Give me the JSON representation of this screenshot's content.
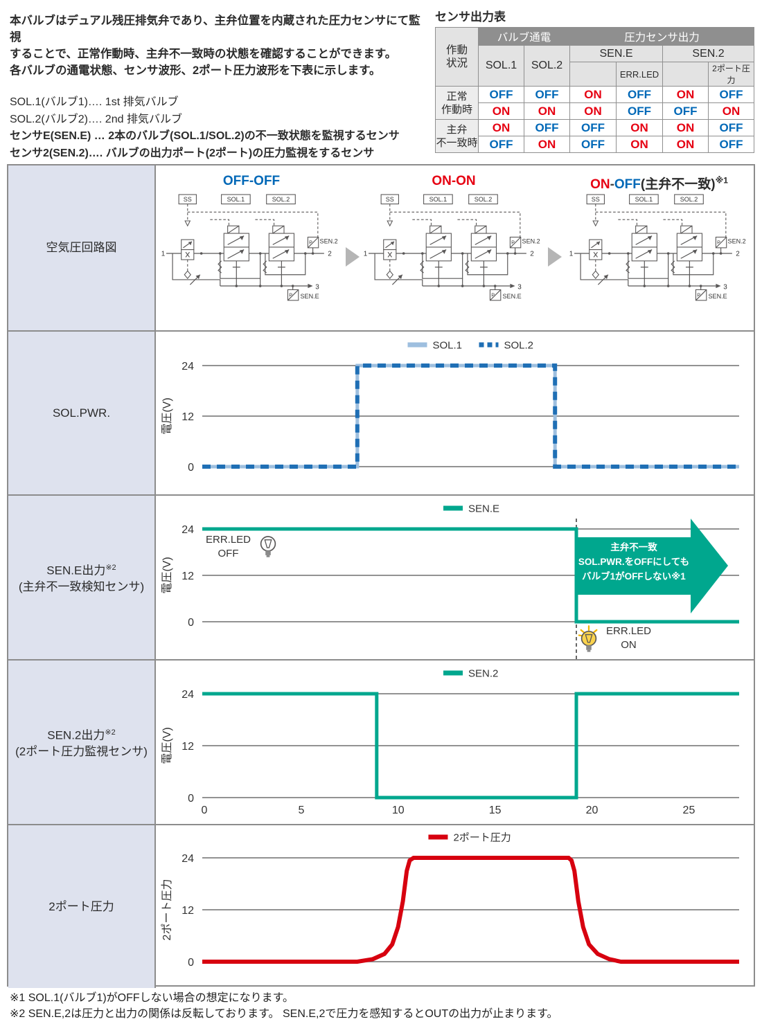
{
  "intro": {
    "lead_lines": [
      "本バルブはデュアル残圧排気弁であり、主弁位置を内蔵された圧力センサにて監視",
      "することで、正常作動時、主弁不一致時の状態を確認することができます。",
      "各バルブの通電状態、センサ波形、2ポート圧力波形を下表に示します。"
    ],
    "defs": [
      "SOL.1(バルブ1)…. 1st 排気バルブ",
      "SOL.2(バルブ2)…. 2nd 排気バルブ",
      "センサE(SEN.E) … 2本のバルブ(SOL.1/SOL.2)の不一致状態を監視するセンサ",
      "センサ2(SEN.2)…. バルブの出力ポート(2ポート)の圧力監視をするセンサ"
    ]
  },
  "colors": {
    "on_red": "#e60012",
    "off_blue": "#0068b7",
    "teal": "#00a78e",
    "pressure_red": "#d7000f",
    "sol1_lightblue": "#9ebfdf",
    "sol2_blue": "#1f6fb5",
    "grid_gray": "#6e6e6e",
    "sidebar_bg": "#dee2ee",
    "header_dark": "#8f8f8f",
    "header_light": "#e3e3e3"
  },
  "sensor_table": {
    "title": "センサ出力表",
    "headers": {
      "state": "作動\n状況",
      "valve_power": "バルブ通電",
      "sensor_out": "圧力センサ出力",
      "sol1": "SOL.1",
      "sol2": "SOL.2",
      "sene": "SEN.E",
      "sen2": "SEN.2",
      "errled": "ERR.LED",
      "port2": "2ポート圧力"
    },
    "row_groups": [
      {
        "label": "正常\n作動時",
        "rows": [
          [
            "OFF",
            "OFF",
            "ON",
            "OFF",
            "ON",
            "OFF"
          ],
          [
            "ON",
            "ON",
            "ON",
            "OFF",
            "OFF",
            "ON"
          ]
        ]
      },
      {
        "label": "主弁\n不一致時",
        "rows": [
          [
            "ON",
            "OFF",
            "OFF",
            "ON",
            "ON",
            "OFF"
          ],
          [
            "OFF",
            "ON",
            "OFF",
            "ON",
            "ON",
            "OFF"
          ]
        ]
      }
    ]
  },
  "circuit": {
    "titles": [
      {
        "parts": [
          {
            "t": "OFF-OFF",
            "color": "#0068b7"
          }
        ]
      },
      {
        "parts": [
          {
            "t": "ON-ON",
            "color": "#e60012"
          }
        ]
      },
      {
        "parts": [
          {
            "t": "ON",
            "color": "#e60012"
          },
          {
            "t": "-",
            "color": "#444444"
          },
          {
            "t": "OFF",
            "color": "#0068b7"
          },
          {
            "t": "(主弁不一致)",
            "color": "#2b2b2b"
          },
          {
            "t": "※1",
            "color": "#2b2b2b",
            "sup": true
          }
        ]
      }
    ],
    "labels": {
      "ss": "SS",
      "sol1": "SOL.1",
      "sol2": "SOL.2",
      "sen2": "SEN.2",
      "sene": "SEN.E",
      "p": "P",
      "port1": "1",
      "port2": "2",
      "port3": "3"
    }
  },
  "rows": [
    {
      "label": "空気圧回路図"
    },
    {
      "label": "SOL.PWR."
    },
    {
      "label": "SEN.E出力",
      "sup": "※2",
      "sub": "(主弁不一致検知センサ)"
    },
    {
      "label": "SEN.2出力",
      "sup": "※2",
      "sub": "(2ポート圧力監視センサ)"
    },
    {
      "label": "2ポート圧力"
    }
  ],
  "annotations": {
    "err_led_off": {
      "line1": "ERR.LED",
      "line2": "OFF"
    },
    "err_led_on": {
      "line1": "ERR.LED",
      "line2": "ON"
    },
    "arrow_lines": [
      "主弁不一致",
      "SOL.PWR.をOFFにしても",
      "バルブ1がOFFしない※1"
    ]
  },
  "chart_data": [
    {
      "type": "line",
      "ylabel": "電圧(V)",
      "y_ticks": [
        0,
        12,
        24
      ],
      "ylim": [
        0,
        24
      ],
      "xlim": [
        0,
        27.7
      ],
      "grid": true,
      "legend_position": "top-center",
      "series": [
        {
          "name": "SOL.1",
          "color": "#9ebfdf",
          "width": 5,
          "points": [
            [
              0,
              0
            ],
            [
              8,
              0
            ],
            [
              8,
              24
            ],
            [
              18.2,
              24
            ],
            [
              18.2,
              0
            ],
            [
              27.7,
              0
            ]
          ]
        },
        {
          "name": "SOL.2",
          "color": "#1f6fb5",
          "width": 6,
          "dash": "12 9",
          "points": [
            [
              0,
              0
            ],
            [
              8,
              0
            ],
            [
              8,
              24
            ],
            [
              18.2,
              24
            ],
            [
              18.2,
              0
            ],
            [
              27.7,
              0
            ]
          ]
        }
      ]
    },
    {
      "type": "line",
      "ylabel": "電圧(V)",
      "y_ticks": [
        0,
        12,
        24
      ],
      "ylim": [
        0,
        24
      ],
      "xlim": [
        0,
        27.7
      ],
      "grid": true,
      "legend_position": "top-center",
      "vline": {
        "x": 19.3
      },
      "series": [
        {
          "name": "SEN.E",
          "color": "#00a78e",
          "width": 5,
          "points": [
            [
              0,
              24
            ],
            [
              19.3,
              24
            ],
            [
              19.3,
              0
            ],
            [
              27.7,
              0
            ]
          ]
        }
      ]
    },
    {
      "type": "line",
      "ylabel": "電圧(V)",
      "y_ticks": [
        0,
        12,
        24
      ],
      "x_ticks": [
        0,
        5,
        10,
        15,
        20,
        25
      ],
      "ylim": [
        0,
        24
      ],
      "xlim": [
        0,
        27.7
      ],
      "grid": true,
      "legend_position": "top-center",
      "series": [
        {
          "name": "SEN.2",
          "color": "#00a78e",
          "width": 5,
          "points": [
            [
              0,
              24
            ],
            [
              9,
              24
            ],
            [
              9,
              0
            ],
            [
              19.3,
              0
            ],
            [
              19.3,
              24
            ],
            [
              27.7,
              24
            ]
          ]
        }
      ]
    },
    {
      "type": "line",
      "ylabel": "2ポート圧力",
      "y_ticks": [
        0,
        12,
        24
      ],
      "ylim": [
        0,
        24
      ],
      "xlim": [
        0,
        27.7
      ],
      "grid": true,
      "legend_position": "top-center",
      "series": [
        {
          "name": "2ポート圧力",
          "color": "#d7000f",
          "width": 6,
          "points": [
            [
              0,
              0
            ],
            [
              8,
              0
            ],
            [
              8.8,
              0.6
            ],
            [
              9.4,
              1.8
            ],
            [
              9.8,
              4
            ],
            [
              10.1,
              8
            ],
            [
              10.35,
              14
            ],
            [
              10.55,
              21
            ],
            [
              10.7,
              23.4
            ],
            [
              10.9,
              24
            ],
            [
              18.9,
              24
            ],
            [
              19.05,
              23.4
            ],
            [
              19.2,
              21
            ],
            [
              19.4,
              14
            ],
            [
              19.65,
              8
            ],
            [
              19.95,
              4
            ],
            [
              20.4,
              1.8
            ],
            [
              21,
              0.6
            ],
            [
              21.6,
              0
            ],
            [
              27.7,
              0
            ]
          ]
        }
      ]
    }
  ],
  "footnotes": [
    "※1 SOL.1(バルブ1)がOFFしない場合の想定になります。",
    "※2 SEN.E,2は圧力と出力の関係は反転しております。 SEN.E,2で圧力を感知するとOUTの出力が止まります。"
  ]
}
